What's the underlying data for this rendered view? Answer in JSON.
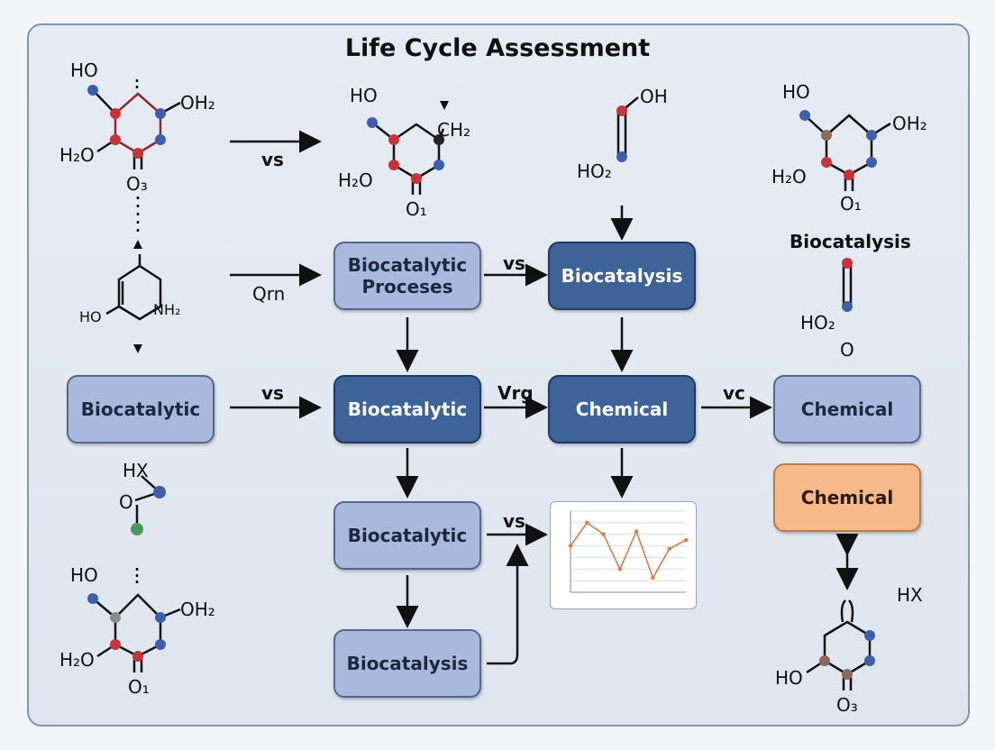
{
  "diagram": {
    "title": "Life Cycle Assessment",
    "nodes": {
      "biocatalytic_proceses": "Biocatalytic\nProceses",
      "biocatalysis_top": "Biocatalysis",
      "biocatalytic_left": "Biocatalytic",
      "biocatalytic_center": "Biocatalytic",
      "chemical_center": "Chemical",
      "chemical_right": "Chemical",
      "chemical_orange": "Chemical",
      "biocatalytic_lower": "Biocatalytic",
      "biocatalysis_bottom": "Biocatalysis"
    },
    "edge_labels": {
      "vs_top": "vs",
      "qrn": "Qrn",
      "vs_procs": "vs",
      "vs_mid": "vs",
      "vrg": "Vrg",
      "vc": "vc",
      "vs_chart": "vs"
    },
    "side_label": "Biocatalysis",
    "chemical_labels": {
      "m1_ho": "HO",
      "m1_oh2": "OH₂",
      "m1_h2o": "H₂O",
      "m1_o3": "O₃",
      "m2_ho": "HO",
      "m2_ch2": "CH₂",
      "m2_h2o": "H₂O",
      "m2_o1": "O₁",
      "m3_oh": "OH",
      "m3_ho2": "HO₂",
      "m4_ho": "HO",
      "m4_oh2": "OH₂",
      "m4_h2o": "H₂O",
      "m4_o1": "O₁",
      "m5_ho": "HO",
      "m5_nh2": "NH₂",
      "m6_ho2": "HO₂",
      "m6_o": "O",
      "m7_hx": "HX",
      "m7_o": "O",
      "m8_ho": "HO",
      "m8_oh2": "OH₂",
      "m8_h2o": "H₂O",
      "m8_o1": "O₁",
      "m9_hx": "HX",
      "m9_ho": "HO",
      "m9_o3": "O₃"
    },
    "colors": {
      "light_box": "#a9b9dd",
      "dark_box": "#3d6399",
      "orange_box": "#f7b98a",
      "atom_red": "#c8323a",
      "atom_blue": "#3e5fa8",
      "atom_green": "#4a9a5a",
      "atom_brown": "#8a6a5a",
      "line_series": "#e07a4a"
    }
  },
  "chart_data": {
    "type": "line",
    "x": [
      1,
      2,
      3,
      4,
      5,
      6,
      7,
      8
    ],
    "series": [
      {
        "values": [
          0.8,
          1.2,
          1.0,
          0.4,
          1.05,
          0.25,
          0.75,
          0.9
        ]
      }
    ],
    "ylim": [
      0,
      1.4
    ],
    "grid": true
  }
}
